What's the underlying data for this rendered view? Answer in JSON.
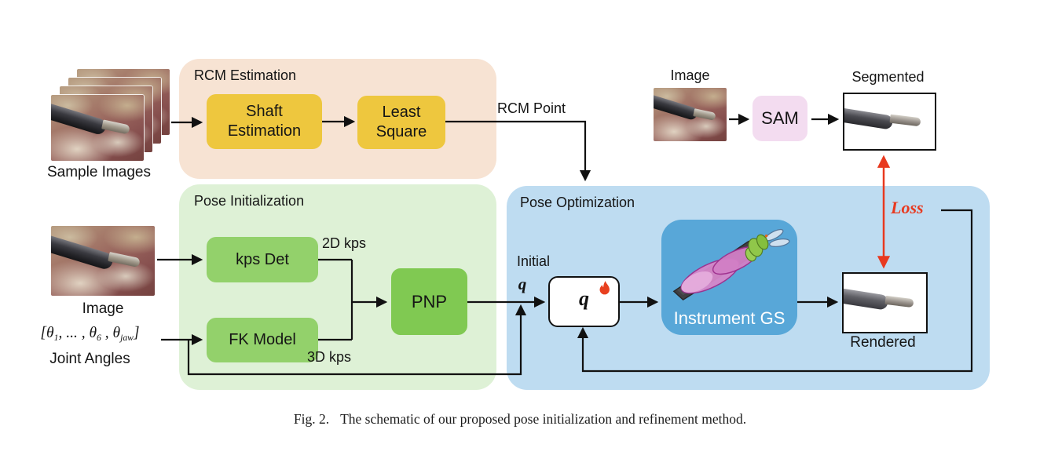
{
  "caption": {
    "prefix": "Fig. 2.",
    "text": "The schematic of our proposed pose initialization and refinement method."
  },
  "inputs": {
    "sample_images_label": "Sample Images",
    "image_label": "Image",
    "joint_formula": {
      "p1": "[θ",
      "s1": "1",
      "p2": ", ... , θ",
      "s2": "6",
      "p3": " , θ",
      "s3": "jaw",
      "p4": "]"
    },
    "joint_angles_label": "Joint Angles"
  },
  "rcm": {
    "title": "RCM Estimation",
    "shaft_estimation": "Shaft\nEstimation",
    "least_square": "Least\nSquare",
    "rcm_point_label": "RCM Point"
  },
  "pose_init": {
    "title": "Pose Initialization",
    "kps_det": "kps Det",
    "kps_2d_label": "2D kps",
    "fk_model": "FK Model",
    "kps_3d_label": "3D kps",
    "pnp": "PNP"
  },
  "pose_opt": {
    "title": "Pose Optimization",
    "initial_label": "Initial",
    "initial_q_symbol": "q",
    "q_symbol": "q",
    "instrument_gs": "Instrument GS",
    "rendered_label": "Rendered",
    "loss_label": "Loss"
  },
  "segmentation": {
    "image_label": "Image",
    "sam": "SAM",
    "segmented_label": "Segmented"
  },
  "icons": {
    "flame_icon": "flame"
  },
  "colors": {
    "rcm_panel": "#f7e3d3",
    "process_yellow": "#eec73e",
    "init_panel": "#def1d6",
    "process_green": "#93d16b",
    "pnp_green": "#80c952",
    "opt_panel": "#bedcf1",
    "instrument_gs_blue": "#58a7d8",
    "sam_pink": "#f3dcf0",
    "loss_red": "#e8391f",
    "arrow_black": "#111111"
  }
}
